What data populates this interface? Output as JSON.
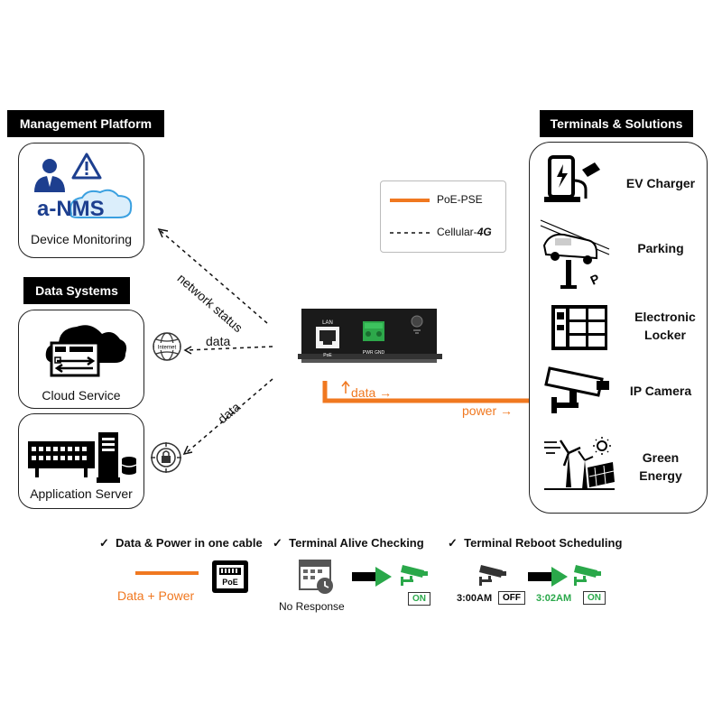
{
  "management": {
    "header": "Management Platform",
    "logo_text": "a-NMS",
    "label": "Device Monitoring"
  },
  "data_systems": {
    "header": "Data Systems",
    "cloud_label": "Cloud Service",
    "server_label": "Application Server",
    "internet_label": "Internet"
  },
  "terminals": {
    "header": "Terminals & Solutions",
    "items": [
      {
        "label": "EV Charger"
      },
      {
        "label": "Parking"
      },
      {
        "label": "Electronic\nLocker"
      },
      {
        "label": "IP Camera"
      },
      {
        "label": "Green\nEnergy"
      }
    ]
  },
  "legend": {
    "poe": "PoE-PSE",
    "cellular": "Cellular-",
    "cellular_suffix": "4G"
  },
  "device": {
    "lan_label": "LAN",
    "poe_label": "PoE",
    "terminal_labels": "PWR GND"
  },
  "links": {
    "network_status": "network status",
    "data_internet": "data",
    "data_server": "data",
    "data_power": "data",
    "power": "power"
  },
  "features": {
    "f1": "Data & Power in one cable",
    "f2": "Terminal  Alive Checking",
    "f3": "Terminal  Reboot Scheduling",
    "data_plus_power": "Data + Power",
    "no_response": "No Response",
    "on1": "ON",
    "time1": "3:00AM",
    "off": "OFF",
    "time2": "3:02AM",
    "on2": "ON",
    "check": "✓"
  },
  "colors": {
    "accent": "#f07820",
    "green": "#2aa84a",
    "black": "#000000"
  }
}
